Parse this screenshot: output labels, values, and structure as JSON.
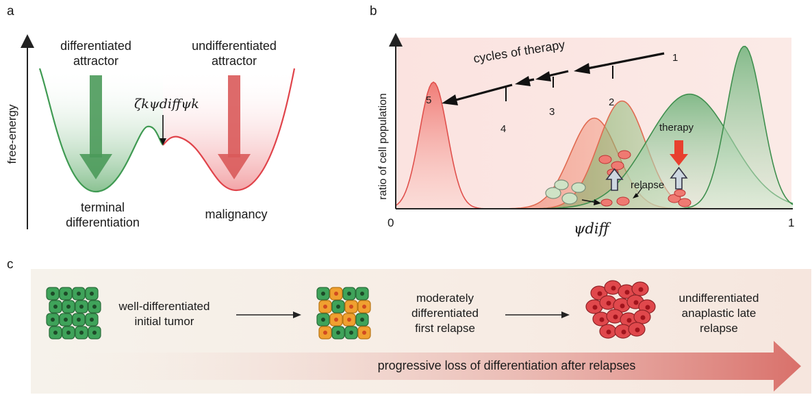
{
  "panel_a": {
    "label": "a",
    "y_axis_label": "free-energy",
    "left_attractor": [
      "differentiated",
      "attractor"
    ],
    "right_attractor": [
      "undifferentiated",
      "attractor"
    ],
    "barrier_label": "ζkψdiffψk",
    "left_outcome": [
      "terminal",
      "differentiation"
    ],
    "right_outcome": "malignancy",
    "colors": {
      "green": "#3f9a52",
      "red": "#e0434a"
    }
  },
  "panel_b": {
    "label": "b",
    "y_axis_label": "ratio of cell population",
    "x_axis_label": "ψdiff",
    "x_min_label": "0",
    "x_max_label": "1",
    "cycles_label": "cycles of therapy",
    "therapy_label": "therapy",
    "relapse_label": "relapse",
    "peaks": [
      {
        "label": "1",
        "center": 0.878,
        "height": 0.95,
        "width": 0.045,
        "color": "green"
      },
      {
        "label": "2",
        "center": 0.74,
        "height": 0.67,
        "width": 0.105,
        "color": "green"
      },
      {
        "label": "3",
        "center": 0.57,
        "height": 0.63,
        "width": 0.06,
        "color": "mixed"
      },
      {
        "label": "4",
        "center": 0.5,
        "height": 0.53,
        "width": 0.06,
        "color": "mixed"
      },
      {
        "label": "5",
        "center": 0.095,
        "height": 0.74,
        "width": 0.035,
        "color": "red"
      }
    ]
  },
  "panel_c": {
    "label": "c",
    "stage1": [
      "well-differentiated",
      "initial tumor"
    ],
    "stage2": [
      "moderately",
      "differentiated",
      "first relapse"
    ],
    "stage3": [
      "undifferentiated",
      "anaplastic late",
      "relapse"
    ],
    "progress_label": "progressive loss of differentiation after relapses",
    "colors": {
      "green_cell": "#3fa35a",
      "orange_cell": "#f0a030",
      "red_cell": "#e0484c"
    }
  }
}
